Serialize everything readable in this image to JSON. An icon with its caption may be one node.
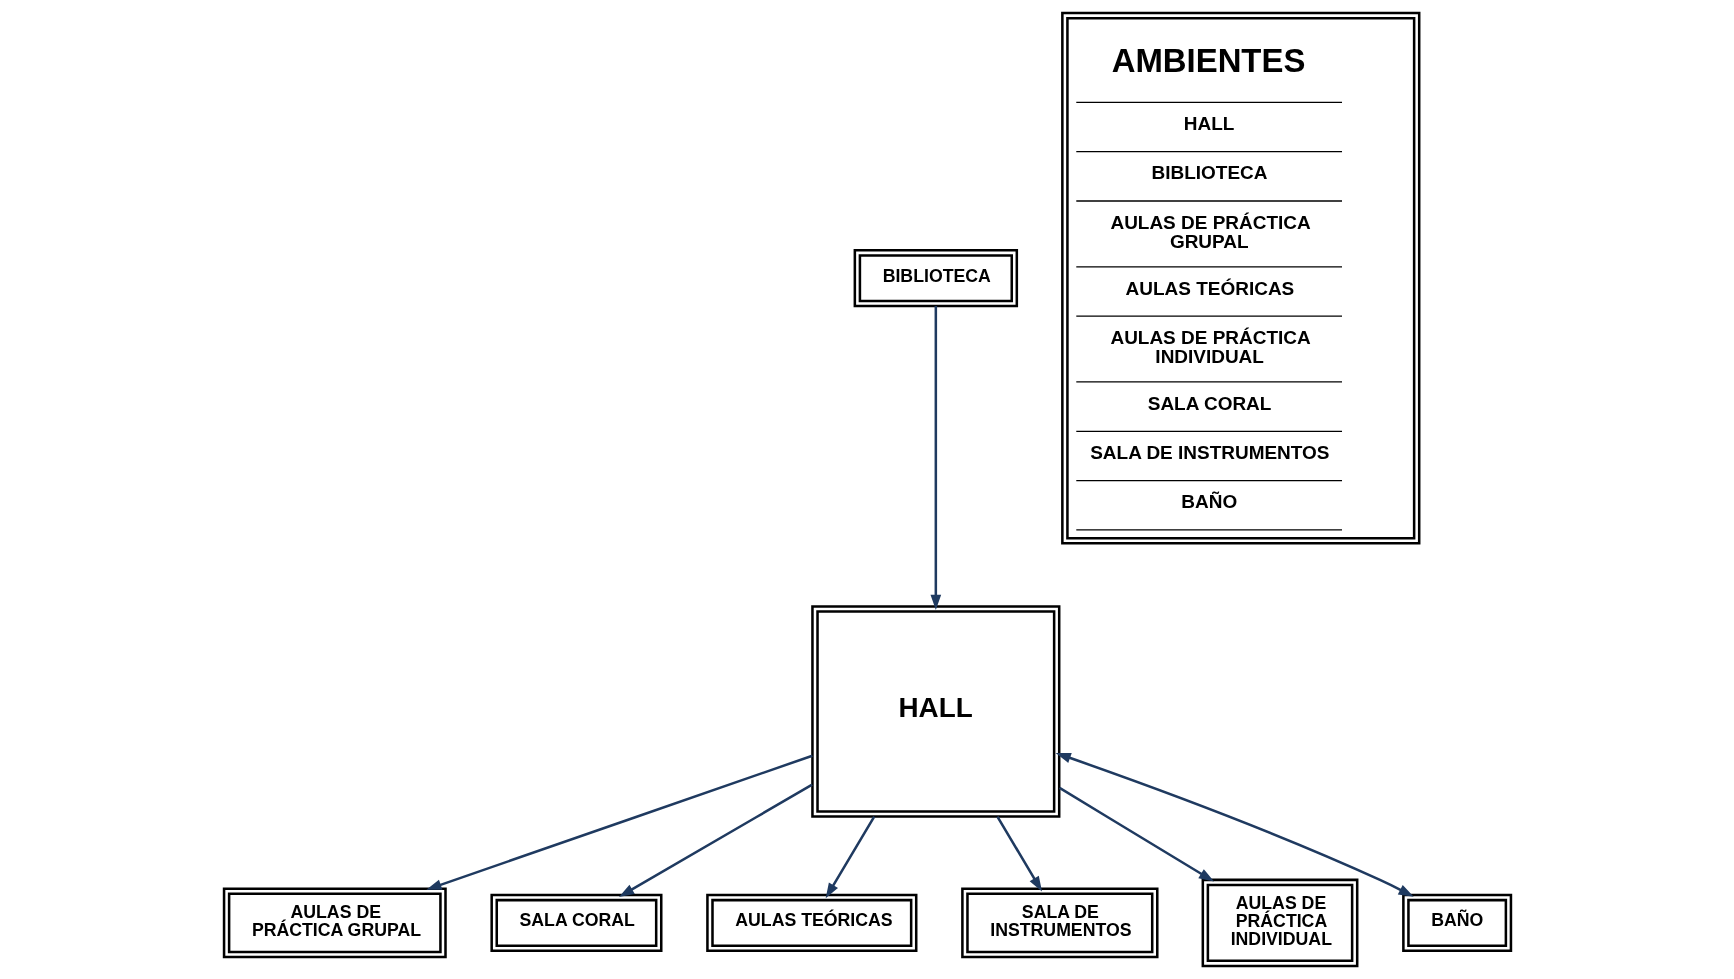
{
  "diagram": {
    "nodes": [
      {
        "text": [
          "BIBLIOTECA"
        ]
      },
      {
        "text": [
          "HALL"
        ]
      },
      {
        "text": [
          "AULAS DE PRÁCTICA GRUPAL"
        ]
      },
      {
        "text": [
          "SALA CORAL"
        ]
      },
      {
        "text": [
          "AULAS TEÓRICAS"
        ]
      },
      {
        "text": [
          "SALA DE INSTRUMENTOS"
        ]
      },
      {
        "text": [
          "AULAS DE PRÁCTICA INDIVIDUAL"
        ]
      },
      {
        "text": [
          "BAÑO"
        ]
      },
      {
        "text": [
          "AMBIENTES",
          "HALL",
          "BIBLIOTECA",
          "AULAS DE PRÁCTICA GRUPAL",
          "AULAS TEÓRICAS",
          "AULAS DE PRÁCTICA INDIVIDUAL",
          "SALA CORAL",
          "SALA DE INSTRUMENTOS",
          "BAÑO"
        ]
      }
    ],
    "edges": [
      {
        "from": 0,
        "to": 1,
        "arrow": "to"
      },
      {
        "from": 1,
        "to": 2,
        "arrow": "to"
      },
      {
        "from": 1,
        "to": 3,
        "arrow": "to"
      },
      {
        "from": 1,
        "to": 4,
        "arrow": "to"
      },
      {
        "from": 1,
        "to": 5,
        "arrow": "to"
      },
      {
        "from": 1,
        "to": 6,
        "arrow": "to"
      },
      {
        "from": 1,
        "to": 7,
        "arrow": "both"
      }
    ]
  }
}
